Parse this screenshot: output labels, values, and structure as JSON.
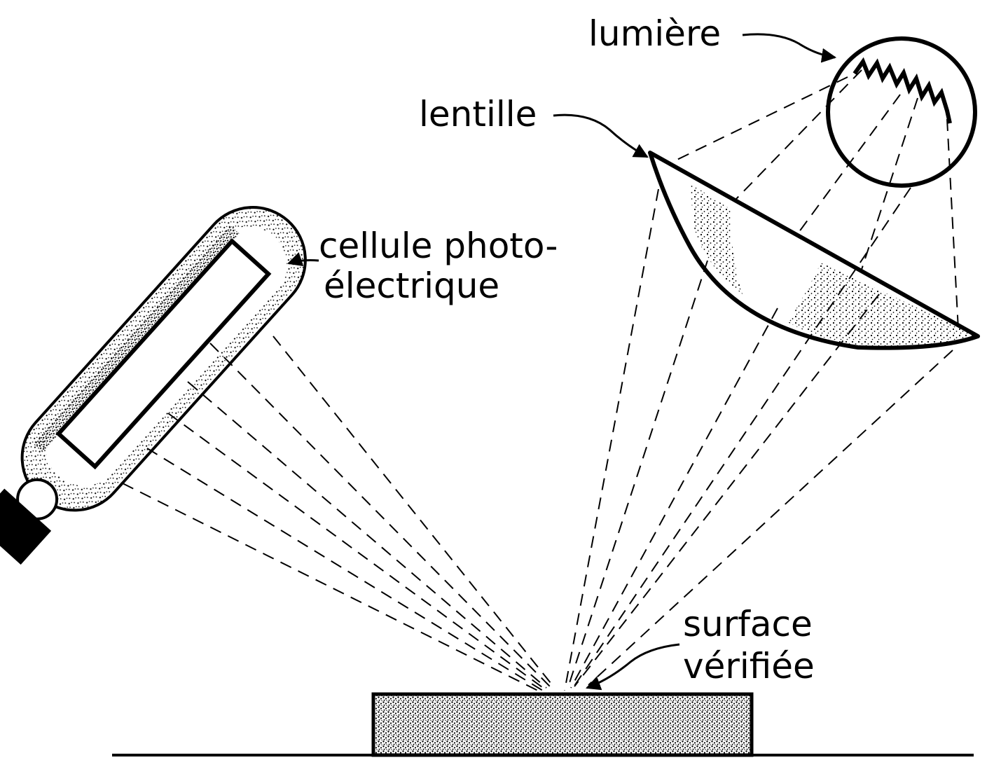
{
  "labels": {
    "light": "lumière",
    "lens": "lentille",
    "cell_line1": "cellule photo-",
    "cell_line2": "électrique",
    "surface_line1": "surface",
    "surface_line2": "vérifiée"
  },
  "colors": {
    "ink": "#000000",
    "paper": "#ffffff"
  }
}
